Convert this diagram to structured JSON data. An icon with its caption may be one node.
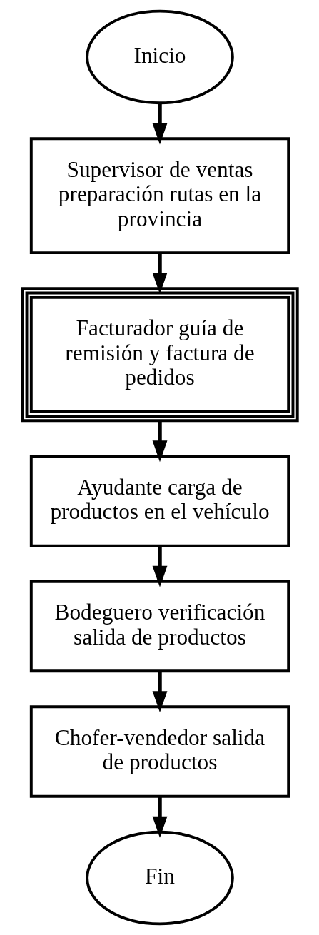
{
  "diagram": {
    "nodes": [
      {
        "text": [
          "Inicio"
        ]
      },
      {
        "text": [
          "Supervisor de ventas preparación rutas en la provincia"
        ]
      },
      {
        "text": [
          "Facturador guía de remisión y factura de pedidos"
        ]
      },
      {
        "text": [
          "Ayudante carga de productos en el vehículo"
        ]
      },
      {
        "text": [
          "Bodeguero verificación salida de productos"
        ]
      },
      {
        "text": [
          "Chofer-vendedor salida de productos"
        ]
      },
      {
        "text": [
          "Fin"
        ]
      }
    ],
    "edges": [
      {
        "from": 0,
        "to": 1,
        "arrow": "to"
      },
      {
        "from": 1,
        "to": 2,
        "arrow": "to"
      },
      {
        "from": 2,
        "to": 3,
        "arrow": "to"
      },
      {
        "from": 3,
        "to": 4,
        "arrow": "to"
      },
      {
        "from": 4,
        "to": 5,
        "arrow": "to"
      },
      {
        "from": 5,
        "to": 6,
        "arrow": "to"
      }
    ]
  }
}
